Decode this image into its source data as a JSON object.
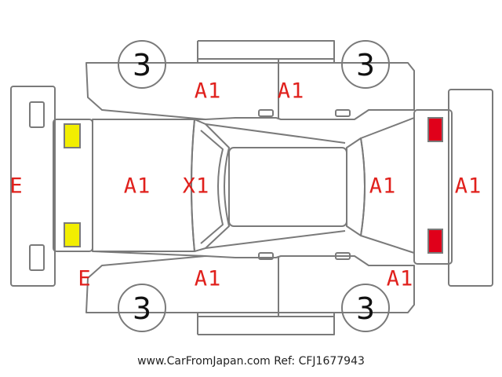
{
  "colors": {
    "outline": "#7a7a7a",
    "damage_label": "#e0201c",
    "marker_yellow": "#f2ee00",
    "marker_red": "#e0001a",
    "wheel_number": "#111111"
  },
  "wheels": {
    "front_left": "3",
    "front_right": "3",
    "rear_left": "3",
    "rear_right": "3"
  },
  "labels": {
    "roof_left_door": "A1",
    "roof_right_door": "A1",
    "hood": "A1",
    "windshield": "X1",
    "trunk": "A1",
    "rear_bumper": "A1",
    "front_bumper": "E",
    "front_corner": "E",
    "bottom_door": "A1",
    "rear_corner": "A1"
  },
  "markers": {
    "front": "yellow-square",
    "rear": "red-square"
  },
  "footer": "www.CarFromJapan.com Ref: CFJ1677943"
}
